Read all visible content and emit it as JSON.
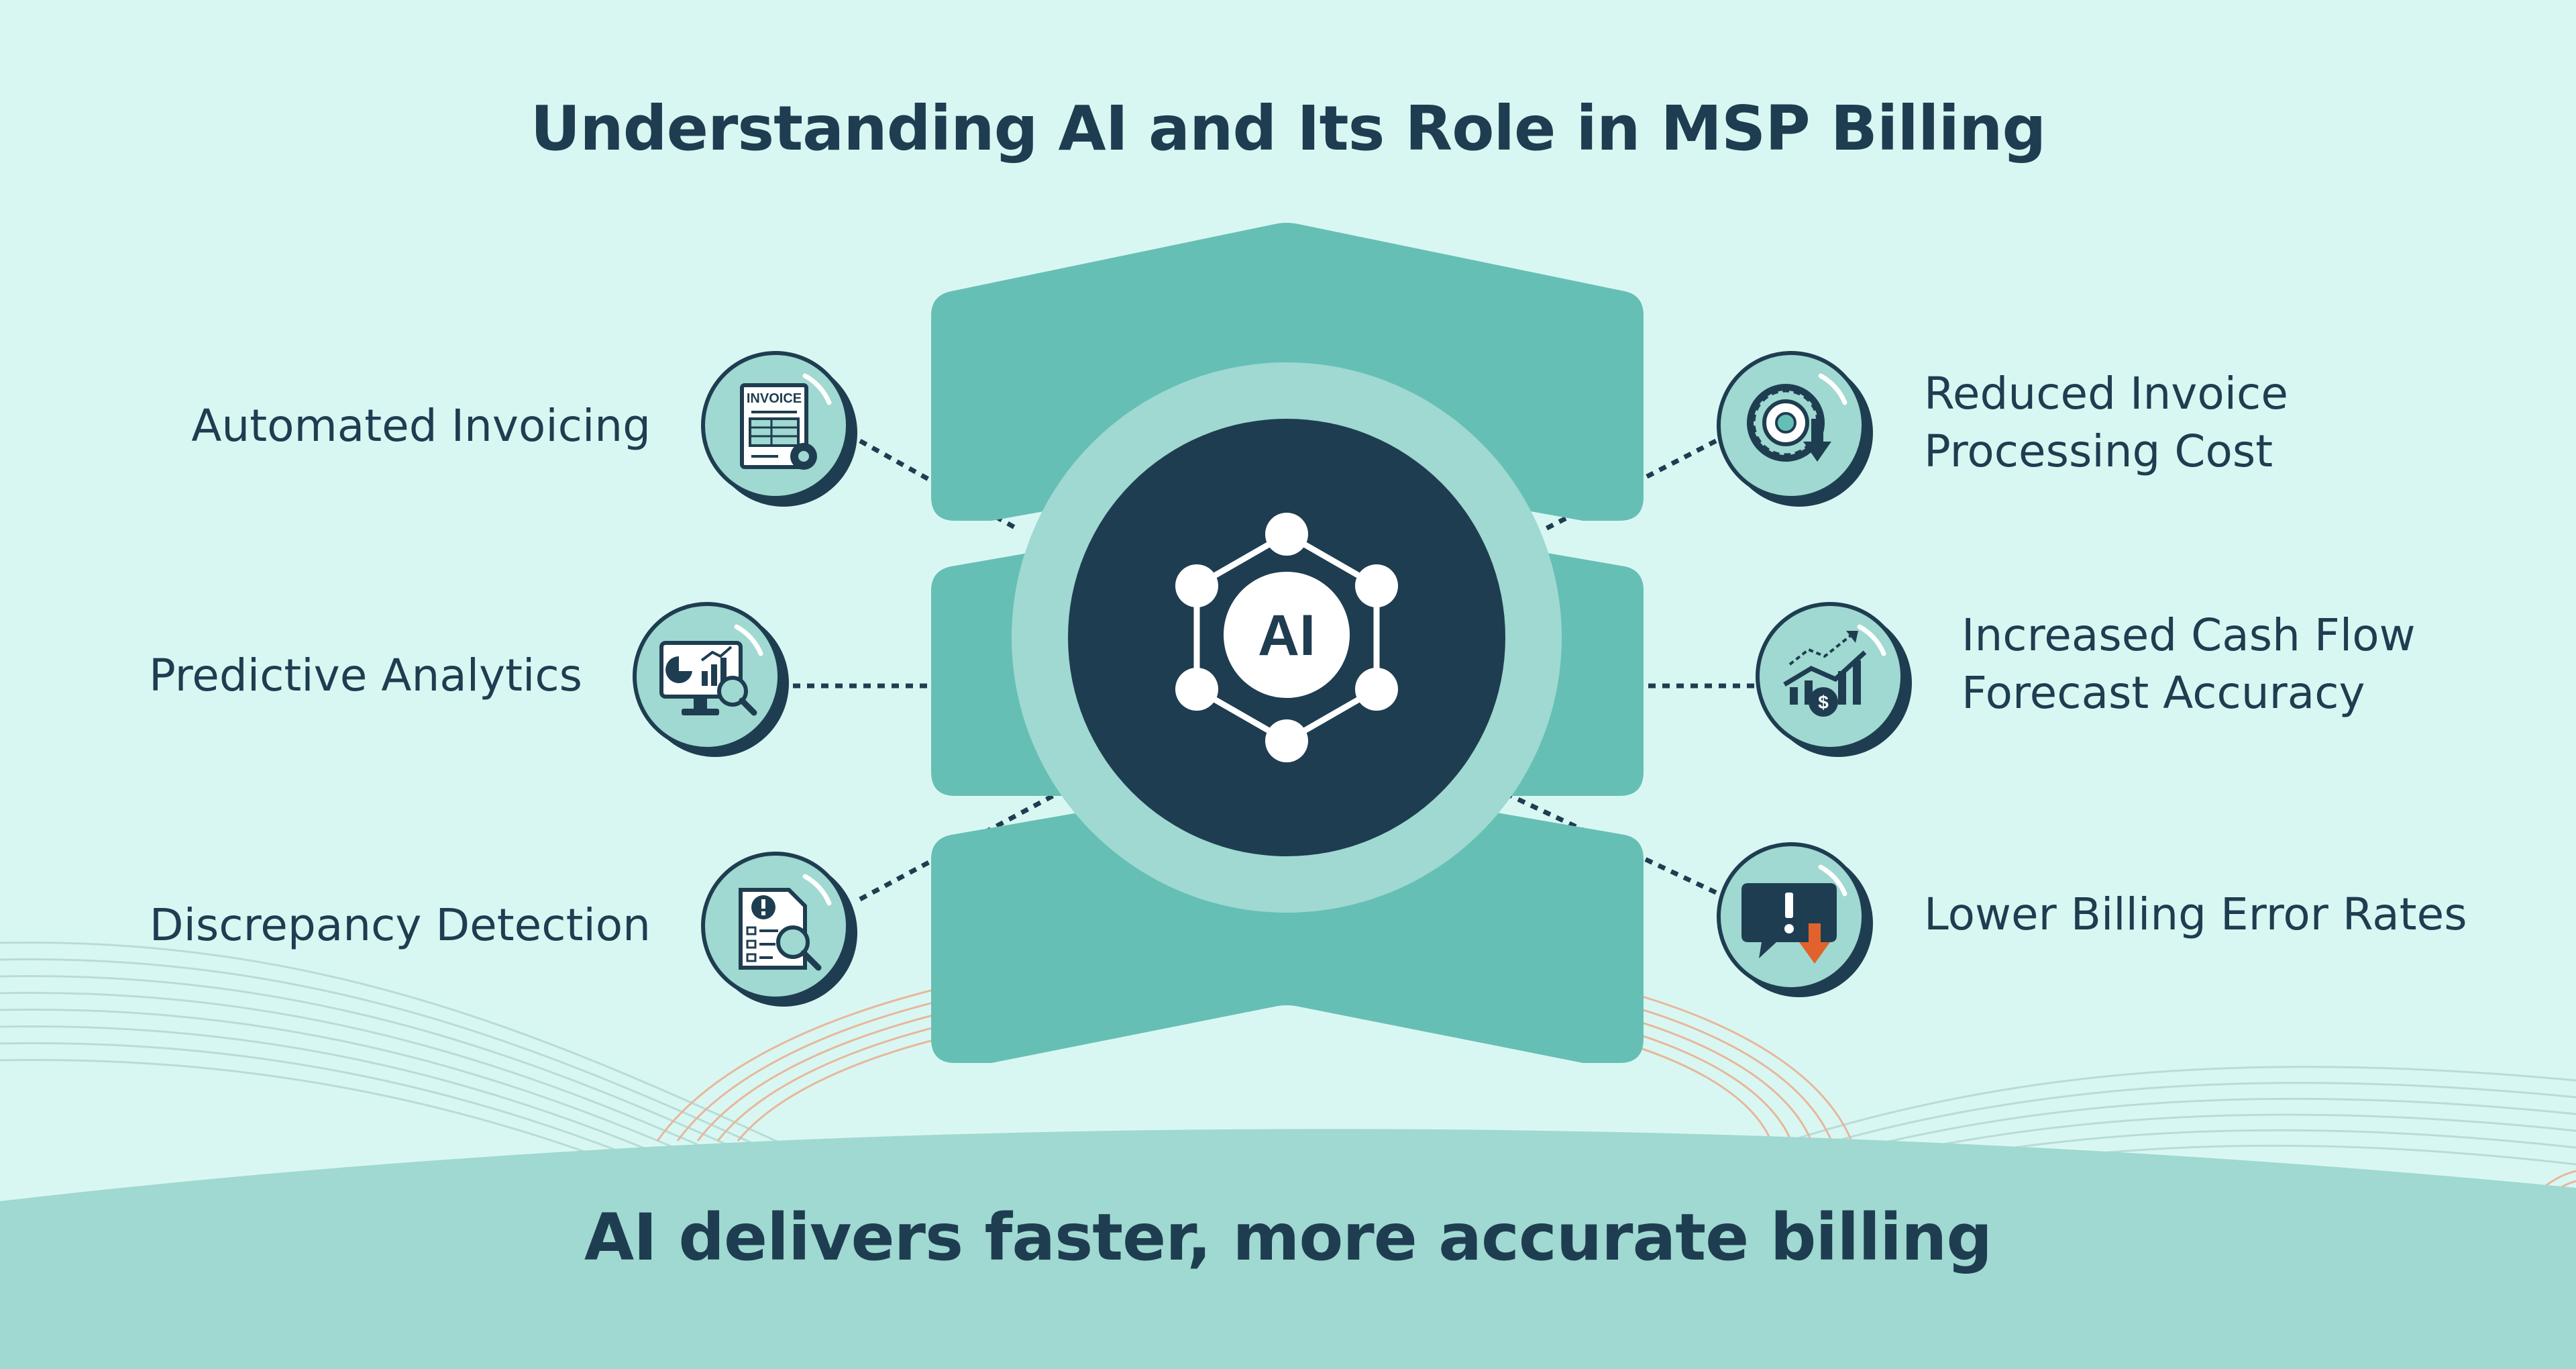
{
  "title": "Understanding AI and Its Role in MSP Billing",
  "center": {
    "label": "AI"
  },
  "features_left": [
    {
      "label": "Automated Invoicing",
      "icon": "invoice-icon"
    },
    {
      "label": "Predictive Analytics",
      "icon": "analytics-monitor-icon"
    },
    {
      "label": "Discrepancy Detection",
      "icon": "document-search-icon"
    }
  ],
  "features_right": [
    {
      "line1": "Reduced Invoice",
      "line2": "Processing Cost",
      "icon": "gear-cost-down-icon"
    },
    {
      "line1": "Increased Cash Flow",
      "line2": "Forecast Accuracy",
      "icon": "cashflow-chart-icon"
    },
    {
      "label": "Lower Billing Error Rates",
      "icon": "error-alert-down-icon"
    }
  ],
  "footer": "AI delivers faster, more accurate billing",
  "colors": {
    "background": "#d9f7f2",
    "navy": "#1f3d51",
    "teal": "#66bfb5",
    "light_teal": "#9fd9d1",
    "accent_orange": "#e2622e"
  }
}
